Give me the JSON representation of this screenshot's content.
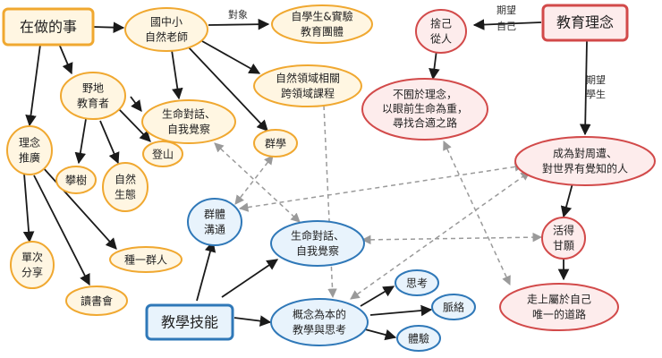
{
  "colors": {
    "yellow_stroke": "#f0a830",
    "yellow_fill": "#fff6e2",
    "blue_stroke": "#2f78b8",
    "blue_fill": "#e8f3fc",
    "red_stroke": "#d24a4a",
    "red_fill": "#fdecec",
    "arrow": "#1a1a1a",
    "dashed": "#9a9a9a"
  },
  "nodes": {
    "doing": {
      "lines": [
        "在做的事"
      ]
    },
    "teacher": {
      "lines": [
        "國中小",
        "自然老師"
      ]
    },
    "student_team": {
      "lines": [
        "自學生&實驗",
        "教育團體"
      ]
    },
    "field_course": {
      "lines": [
        "自然領域相關",
        "跨領域課程"
      ]
    },
    "wild_edu": {
      "lines": [
        "野地",
        "教育者"
      ]
    },
    "life_dialog_top": {
      "lines": [
        "生命對話、",
        "自我覺察"
      ]
    },
    "climb": {
      "lines": [
        "登山"
      ]
    },
    "group_learn": {
      "lines": [
        "群學"
      ]
    },
    "promote": {
      "lines": [
        "理念",
        "推廣"
      ]
    },
    "tree_climb": {
      "lines": [
        "攀樹"
      ]
    },
    "ecology": {
      "lines": [
        "自然",
        "生態"
      ]
    },
    "plant_people": {
      "lines": [
        "種一群人"
      ]
    },
    "share_once": {
      "lines": [
        "單次",
        "分享"
      ]
    },
    "book_club": {
      "lines": [
        "讀書會"
      ]
    },
    "philosophy": {
      "lines": [
        "教育理念"
      ]
    },
    "let_go": {
      "lines": [
        "捨己",
        "從人"
      ]
    },
    "not_trapped": {
      "lines": [
        "不囿於理念，",
        "以眼前生命為重，",
        "尋找合適之路"
      ]
    },
    "aware_person": {
      "lines": [
        "成為對周遭、",
        "對世界有覺知的人"
      ]
    },
    "live_willing": {
      "lines": [
        "活得",
        "甘願"
      ]
    },
    "own_path": {
      "lines": [
        "走上屬於自己",
        "唯一的道路"
      ]
    },
    "skills": {
      "lines": [
        "教學技能"
      ]
    },
    "group_comm": {
      "lines": [
        "群體",
        "溝通"
      ]
    },
    "life_dialog_mid": {
      "lines": [
        "生命對話、",
        "自我覺察"
      ]
    },
    "concept_teach": {
      "lines": [
        "概念為本的",
        "教學與思考"
      ]
    },
    "think": {
      "lines": [
        "思考"
      ]
    },
    "context": {
      "lines": [
        "脈絡"
      ]
    },
    "experience": {
      "lines": [
        "體驗"
      ]
    }
  },
  "edge_labels": {
    "target": "對象",
    "expect_self": [
      "期望",
      "自己"
    ],
    "expect_student": [
      "期望",
      "學生"
    ]
  }
}
